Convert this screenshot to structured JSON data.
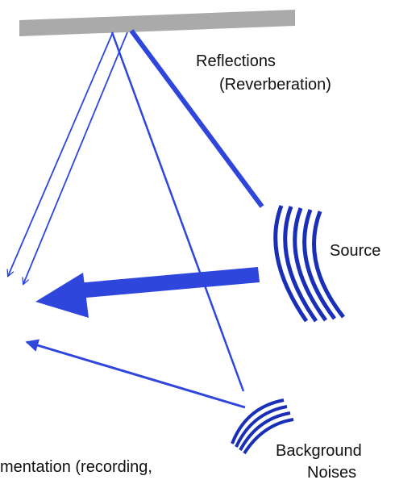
{
  "labels": {
    "reflections_line1": "Reflections",
    "reflections_line2": "(Reverberation)",
    "source": "Source",
    "background_line1": "Background",
    "background_line2": "Noises",
    "instrumentation": "mentation  (recording,"
  },
  "colors": {
    "ray": "#2f46dd",
    "wave": "#1a2fb8",
    "reflector": "#aaaaaa",
    "text": "#111111"
  }
}
